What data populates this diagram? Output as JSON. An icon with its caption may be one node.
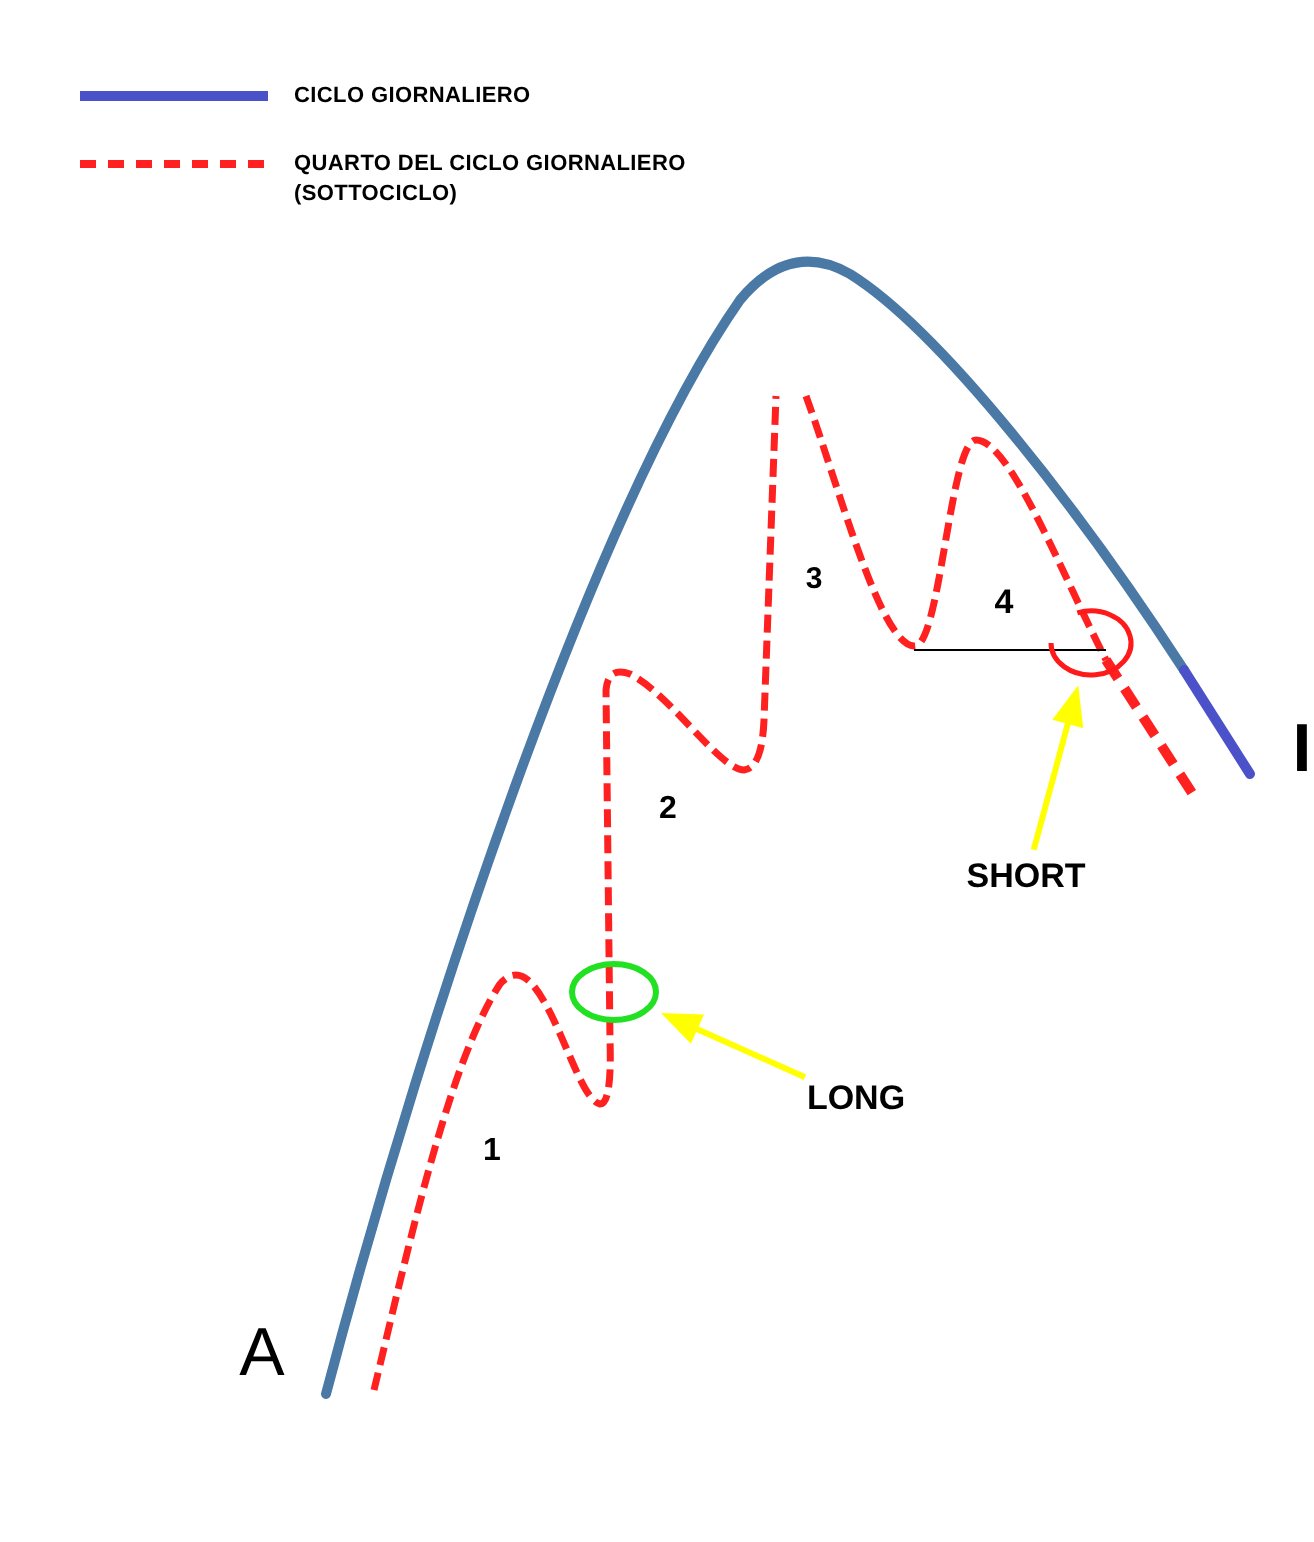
{
  "diagram": {
    "nodes": [
      {
        "text": [],
        "shape": "circle"
      },
      {
        "text": [
          "SHORT"
        ]
      },
      {
        "text": [],
        "shape": "circle"
      },
      {
        "text": [
          "LONG"
        ]
      }
    ],
    "edges": [
      {
        "from": 1,
        "to": 0,
        "arrow": "to"
      },
      {
        "from": 3,
        "to": 2,
        "arrow": "to"
      }
    ],
    "labels": [
      "3",
      "4",
      "I",
      "2",
      "1",
      "A"
    ],
    "legend": [
      {
        "text": "CICLO GIORNALIERO"
      },
      {
        "text": "QUARTO DEL CICLO GIORNALIERO (SOTTOCICLO)"
      }
    ]
  }
}
